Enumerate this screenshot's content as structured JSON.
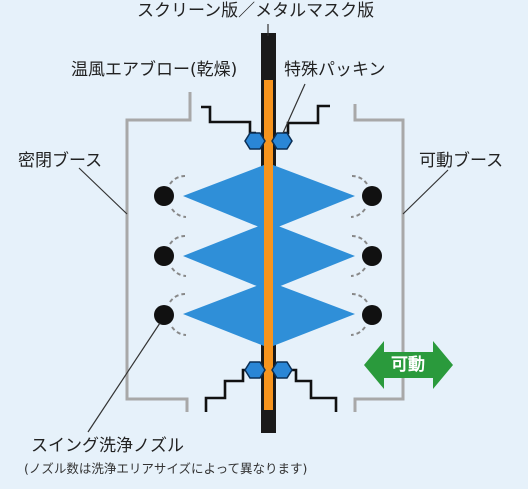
{
  "labels": {
    "screen_plate": "スクリーン版／メタルマスク版",
    "hot_air": "温風エアブロー(乾燥)",
    "packing": "特殊パッキン",
    "sealed_booth": "密閉ブース",
    "movable_booth": "可動ブース",
    "nozzle": "スイング洗浄ノズル",
    "nozzle_note": "(ノズル数は洗浄エリアサイズによって異なります)",
    "movable_arrow": "可動"
  },
  "colors": {
    "background": "#e6f1fa",
    "plate_frame": "#1a1a1a",
    "plate_core": "#f7941d",
    "cone": "#2f8fd8",
    "packing": "#2a86d6",
    "booth_wall": "#a8a8a8",
    "nozzle": "#111111",
    "swing_arc": "#888888",
    "arrow": "#2a9a3c"
  }
}
